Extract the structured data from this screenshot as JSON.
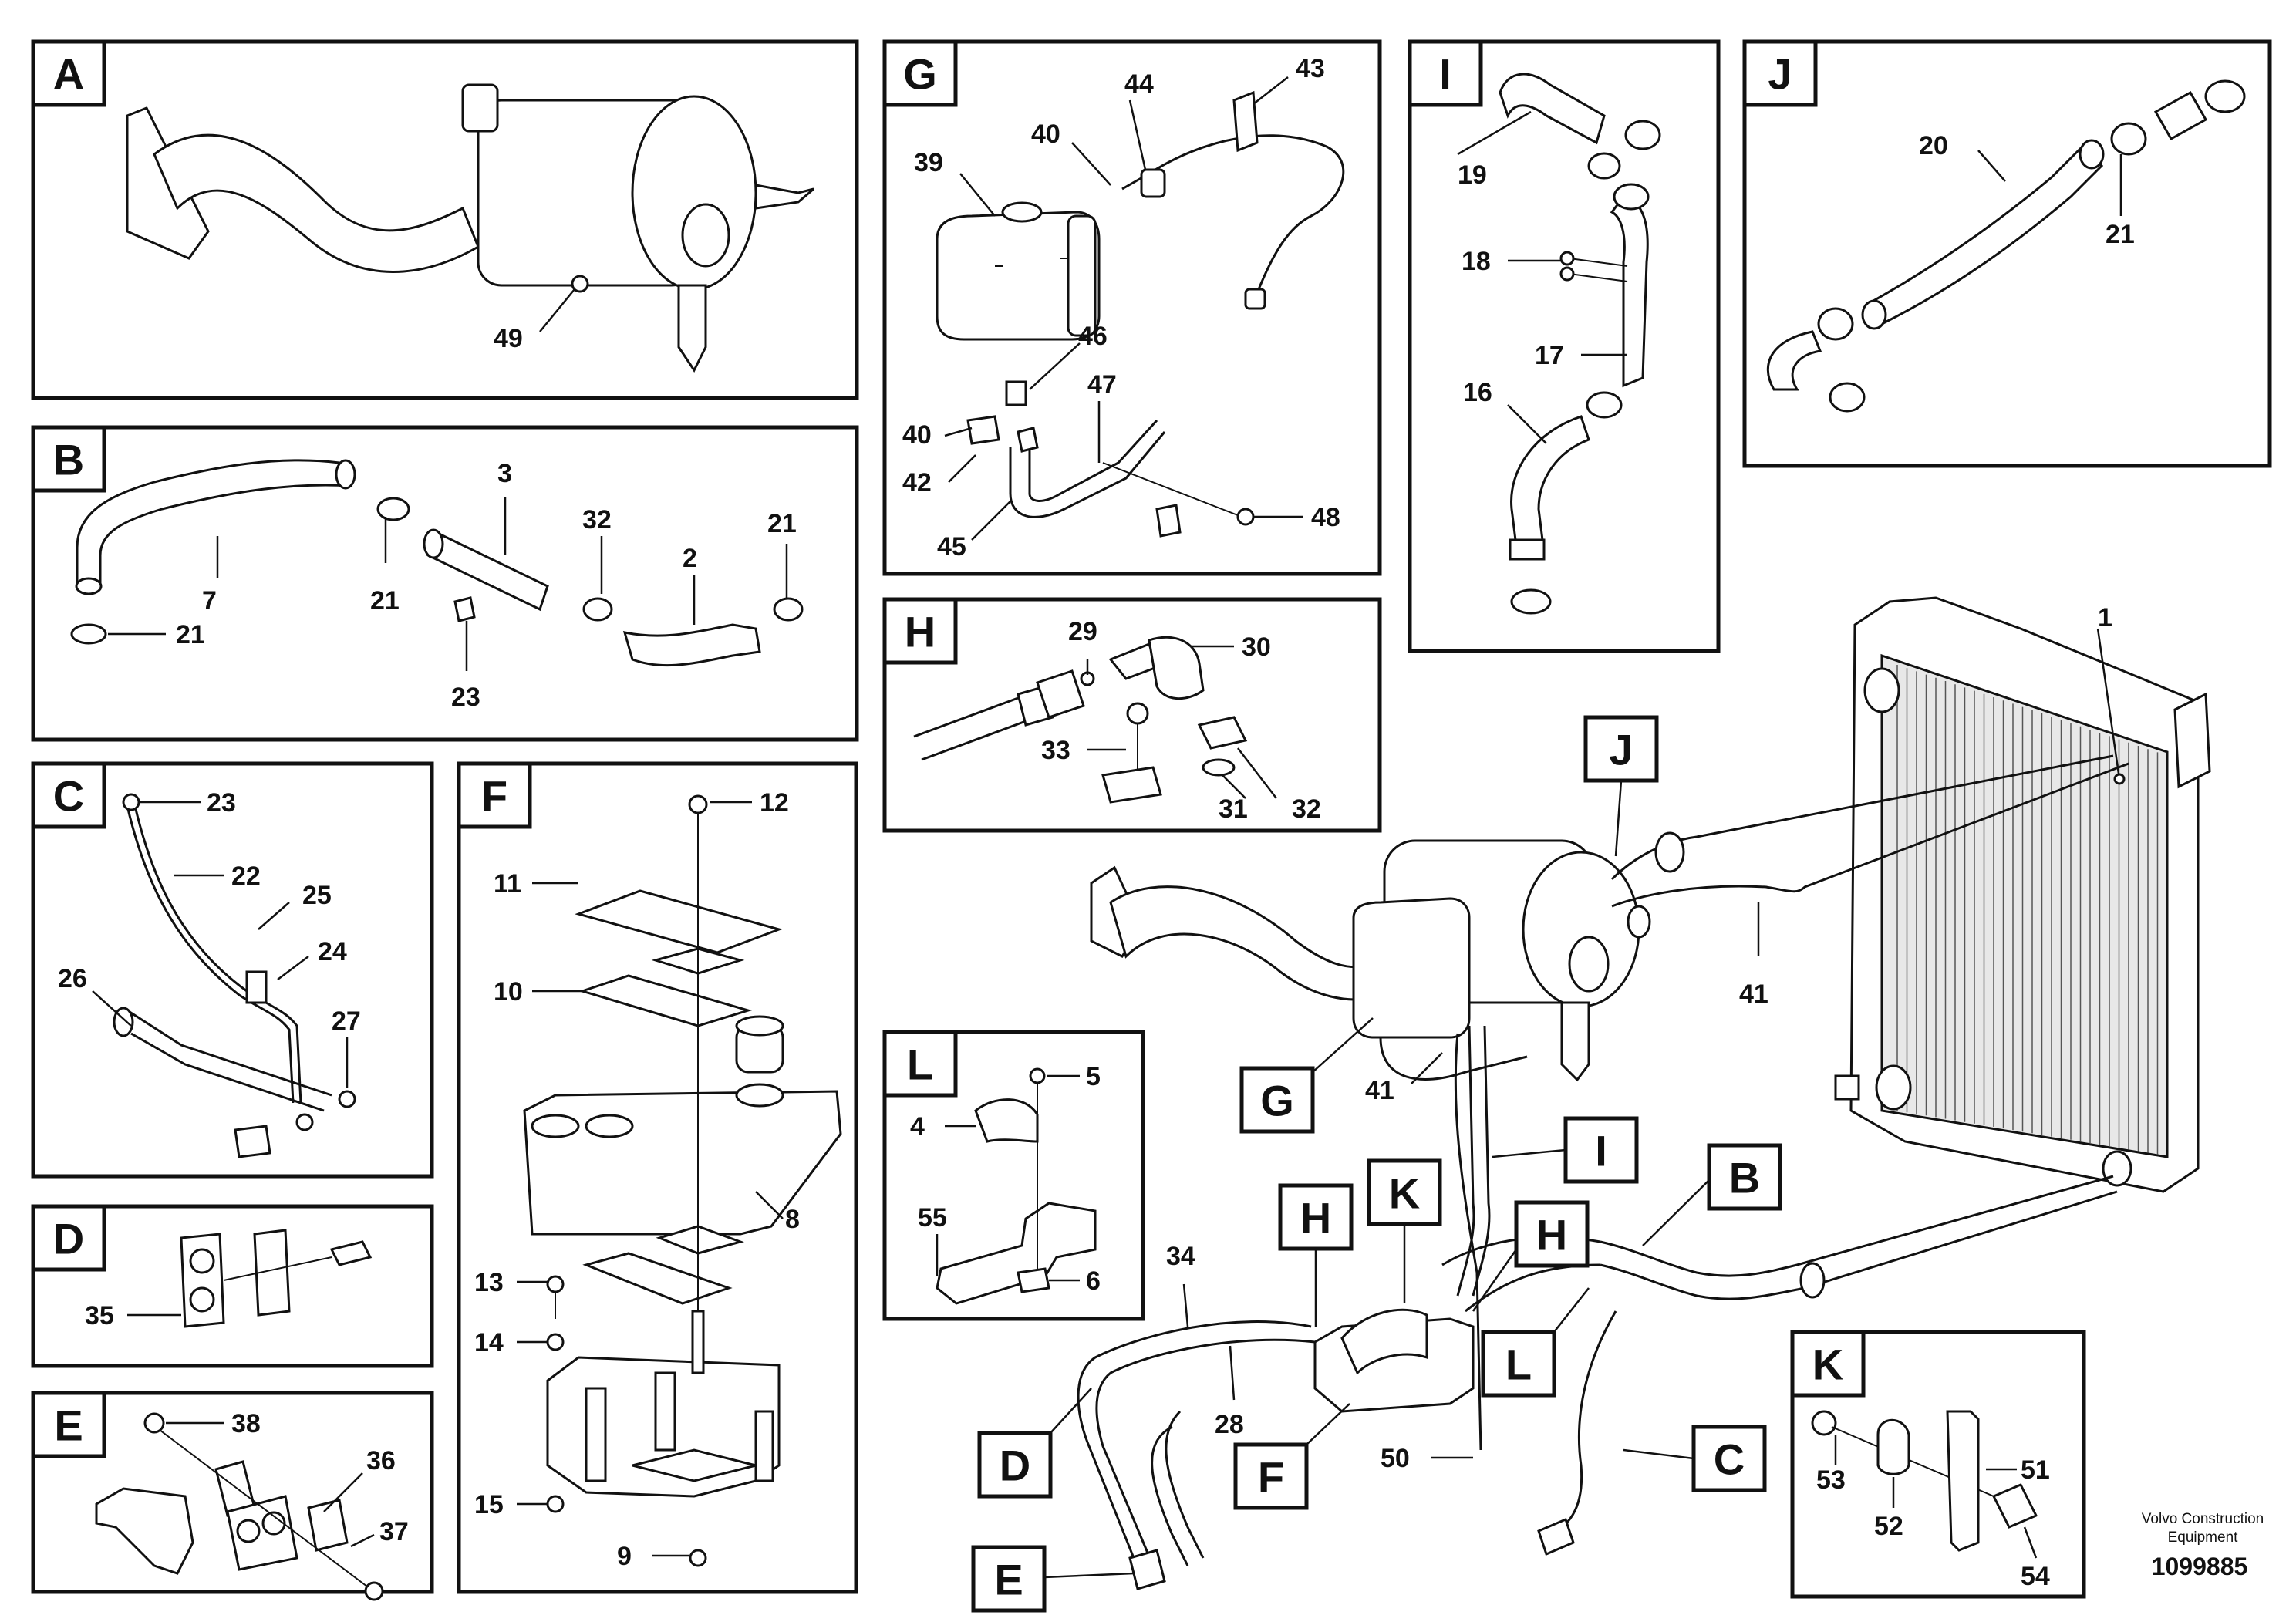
{
  "panels": [
    {
      "letter": "A",
      "labels": [
        "49"
      ]
    },
    {
      "letter": "B",
      "labels": [
        "3",
        "7",
        "21",
        "32",
        "2",
        "21",
        "21",
        "23"
      ]
    },
    {
      "letter": "C",
      "labels": [
        "23",
        "22",
        "25",
        "24",
        "26",
        "27"
      ]
    },
    {
      "letter": "D",
      "labels": [
        "35"
      ]
    },
    {
      "letter": "E",
      "labels": [
        "38",
        "36",
        "37"
      ]
    },
    {
      "letter": "F",
      "labels": [
        "12",
        "11",
        "10",
        "8",
        "13",
        "14",
        "15",
        "9"
      ]
    },
    {
      "letter": "G",
      "labels": [
        "44",
        "43",
        "40",
        "39",
        "46",
        "47",
        "40",
        "42",
        "45",
        "48"
      ]
    },
    {
      "letter": "H",
      "labels": [
        "29",
        "30",
        "33",
        "31",
        "32"
      ]
    },
    {
      "letter": "I",
      "labels": [
        "19",
        "18",
        "17",
        "16"
      ]
    },
    {
      "letter": "J",
      "labels": [
        "20",
        "21"
      ]
    },
    {
      "letter": "K",
      "labels": [
        "53",
        "51",
        "52",
        "54"
      ]
    },
    {
      "letter": "L",
      "labels": [
        "5",
        "4",
        "55",
        "6"
      ]
    }
  ],
  "overview": {
    "callouts": [
      "J",
      "G",
      "I",
      "B",
      "H",
      "K",
      "H",
      "L",
      "C",
      "D",
      "F",
      "E"
    ],
    "labels": [
      "1",
      "41",
      "41",
      "34",
      "28",
      "50"
    ]
  },
  "footer": {
    "brand_line1": "Volvo Construction",
    "brand_line2": "Equipment",
    "figure_number": "1099885"
  }
}
